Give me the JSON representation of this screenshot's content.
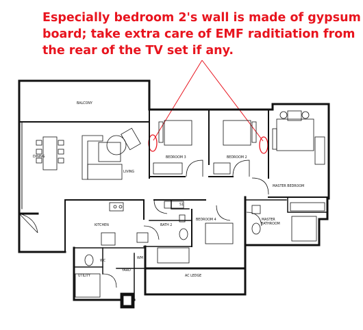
{
  "annotation": {
    "line1": "Especially bedroom 2's wall is made of gypsum",
    "line2": "board; take extra care of EMF raditiation from",
    "line3": "the rear of the TV set if any."
  },
  "rooms": {
    "balcony": "BALCONY",
    "dining": "DINING",
    "living": "LIVING",
    "bedroom3": "BEDROOM 3",
    "bedroom2": "BEDROOM 2",
    "master_bedroom": "MASTER BEDROOM",
    "kitchen": "KITCHEN",
    "bath2": "BATH 2",
    "bedroom4": "BEDROOM 4",
    "master_bathroom_1": "MASTER",
    "master_bathroom_2": "BATHROOM",
    "wc": "WC",
    "utility": "UTILITY",
    "yard": "YARD",
    "wm": "WM",
    "ac_ledge": "AC LEDGE",
    "s1": "S1"
  },
  "colors": {
    "annotation": "#e8141e",
    "walls": "#111111"
  }
}
